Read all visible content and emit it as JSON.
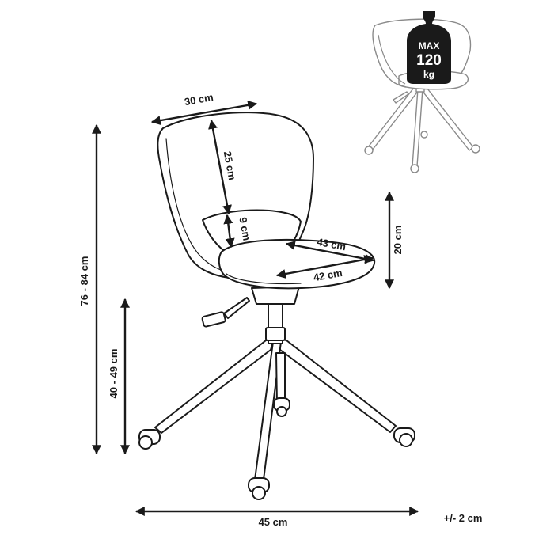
{
  "dimensions": {
    "backrest_width": "30 cm",
    "backrest_height": "25 cm",
    "armrest_height": "9 cm",
    "seat_depth": "43 cm",
    "seat_width": "42 cm",
    "seat_thickness": "20 cm",
    "total_height": "76 - 84 cm",
    "seat_height": "40 - 49 cm",
    "base_width": "45 cm",
    "tolerance": "+/- 2 cm"
  },
  "max_load": {
    "line1": "MAX",
    "line2": "120",
    "line3": "kg"
  },
  "colors": {
    "line": "#1a1a1a",
    "ghost_line": "#8a8a8a",
    "background": "#ffffff"
  }
}
